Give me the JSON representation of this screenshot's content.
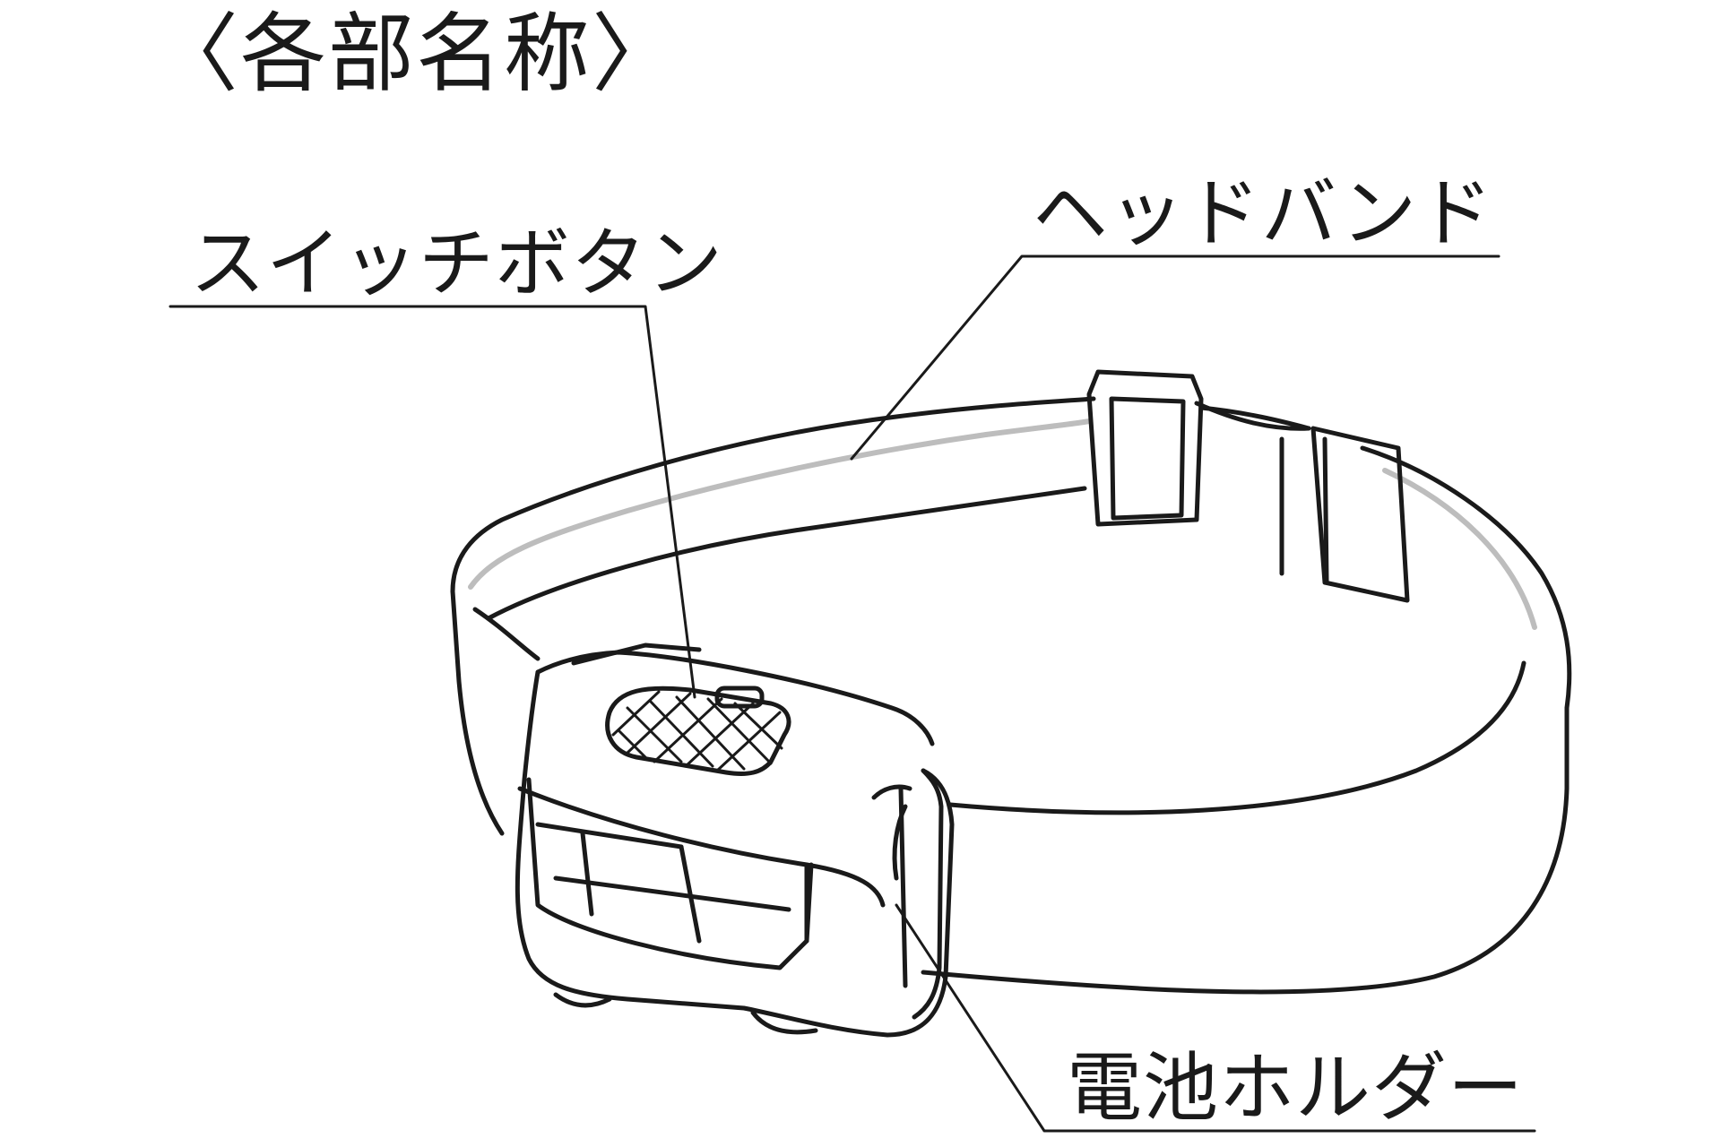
{
  "heading": "〈各部名称〉",
  "labels": {
    "switch_button": "スイッチボタン",
    "headband": "ヘッドバンド",
    "battery_holder": "電池ホルダー"
  },
  "colors": {
    "line": "#1a1a1a",
    "band_inner": "#bdbdbd",
    "background": "#ffffff"
  }
}
